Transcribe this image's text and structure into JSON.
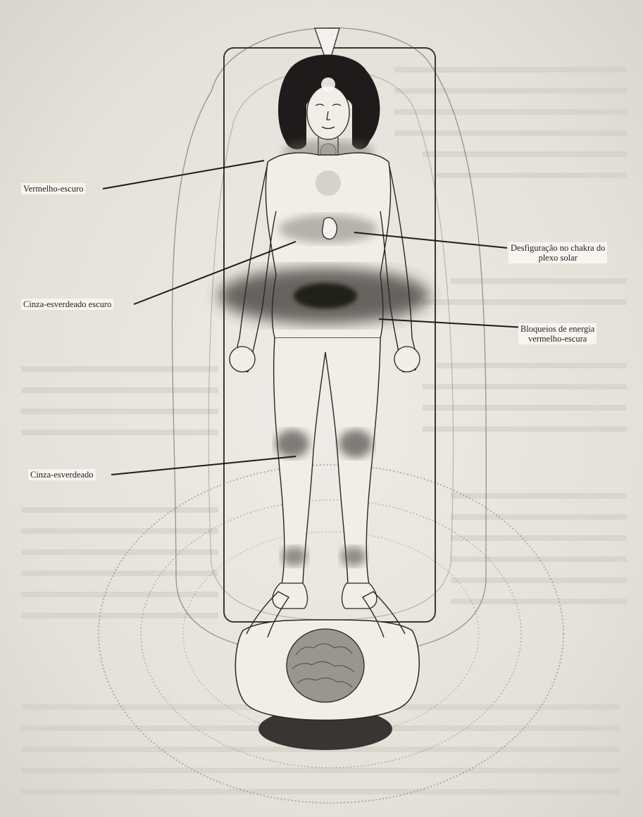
{
  "labels": {
    "dark_red": "Vermelho-escuro",
    "solar_plexus_line1": "Desfiguração no chakra do",
    "solar_plexus_line2": "plexo solar",
    "dark_greyish_green": "Cinza-esverdeado escuro",
    "energy_blocks_line1": "Bloqueios de energia",
    "energy_blocks_line2": "vermelho-escura",
    "greyish_green": "Cinza-esverdeado"
  },
  "colors": {
    "ink": "#2a2624",
    "shade": "#5a5450",
    "paper": "#e9e6df"
  }
}
